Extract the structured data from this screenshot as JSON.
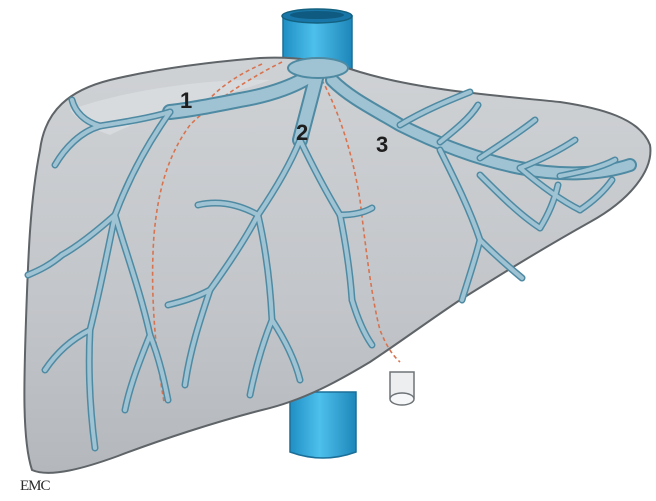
{
  "labels": {
    "vein_1": "1",
    "vein_2": "2",
    "vein_3": "3"
  },
  "signature": "EMC",
  "colors": {
    "liver_fill": "#c3c6ca",
    "liver_outline": "#5f6468",
    "vessel_fill": "#9fc3d3",
    "vessel_outline": "#4f8aa3",
    "vena_cava": "#2aa7dc",
    "dividing_line": "#d8734f"
  }
}
